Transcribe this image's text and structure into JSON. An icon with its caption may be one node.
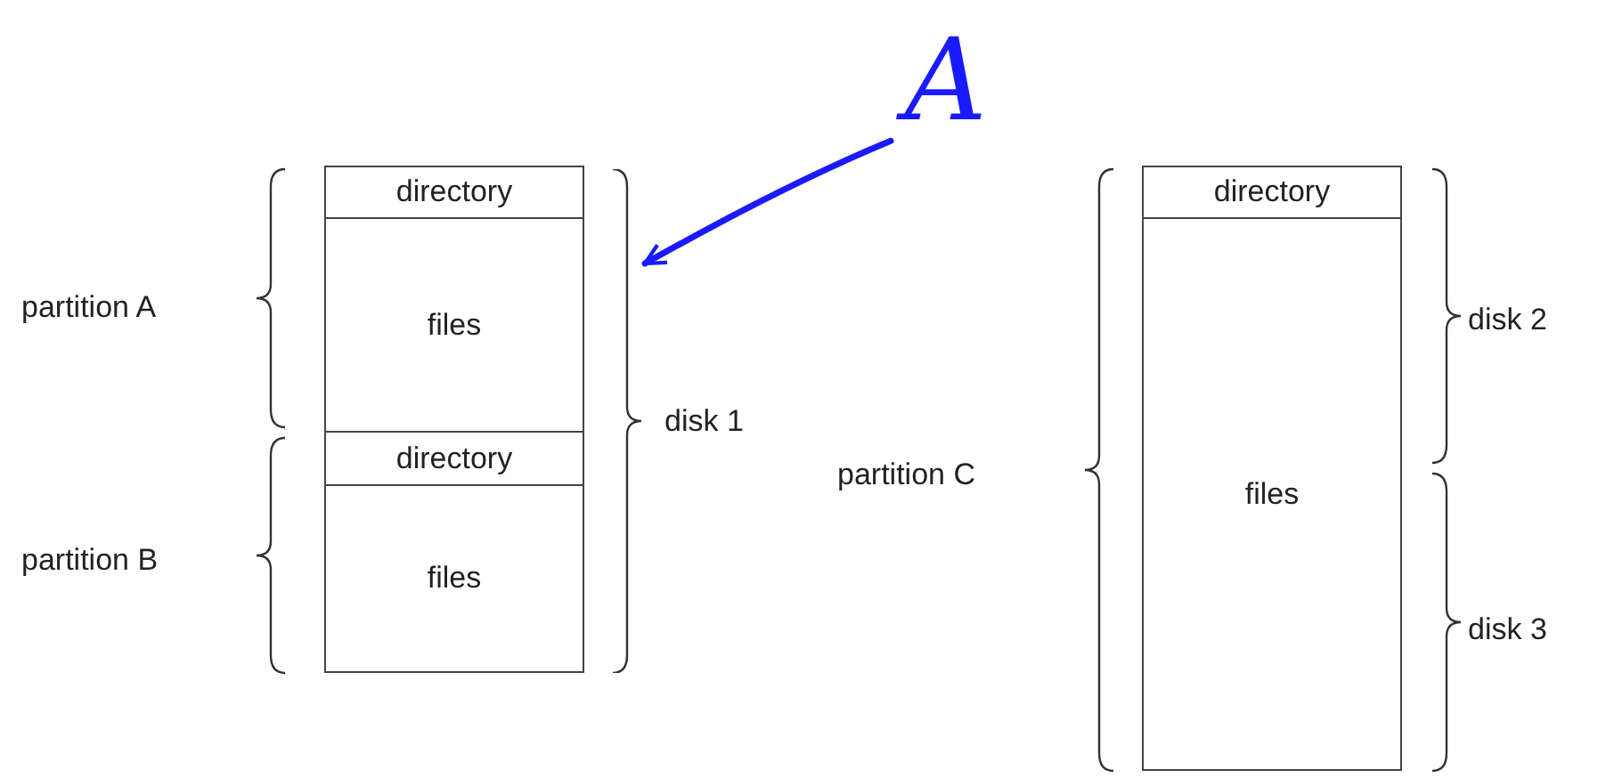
{
  "diagram": {
    "nodes": [
      {
        "text": [
          "directory"
        ]
      },
      {
        "text": [
          "files"
        ]
      },
      {
        "text": [
          "directory"
        ]
      },
      {
        "text": [
          "files"
        ]
      },
      {
        "text": [
          "directory"
        ]
      },
      {
        "text": [
          "files"
        ]
      },
      {
        "text": [
          "A"
        ]
      },
      {
        "text": [],
        "shape": "brace",
        "beside": [
          "disk 1"
        ]
      }
    ],
    "edges": [
      {
        "from": 6,
        "to": 7,
        "arrow": "to"
      }
    ],
    "labels": [
      "partition A",
      "partition B",
      "partition C",
      "disk 2",
      "disk 3"
    ]
  }
}
